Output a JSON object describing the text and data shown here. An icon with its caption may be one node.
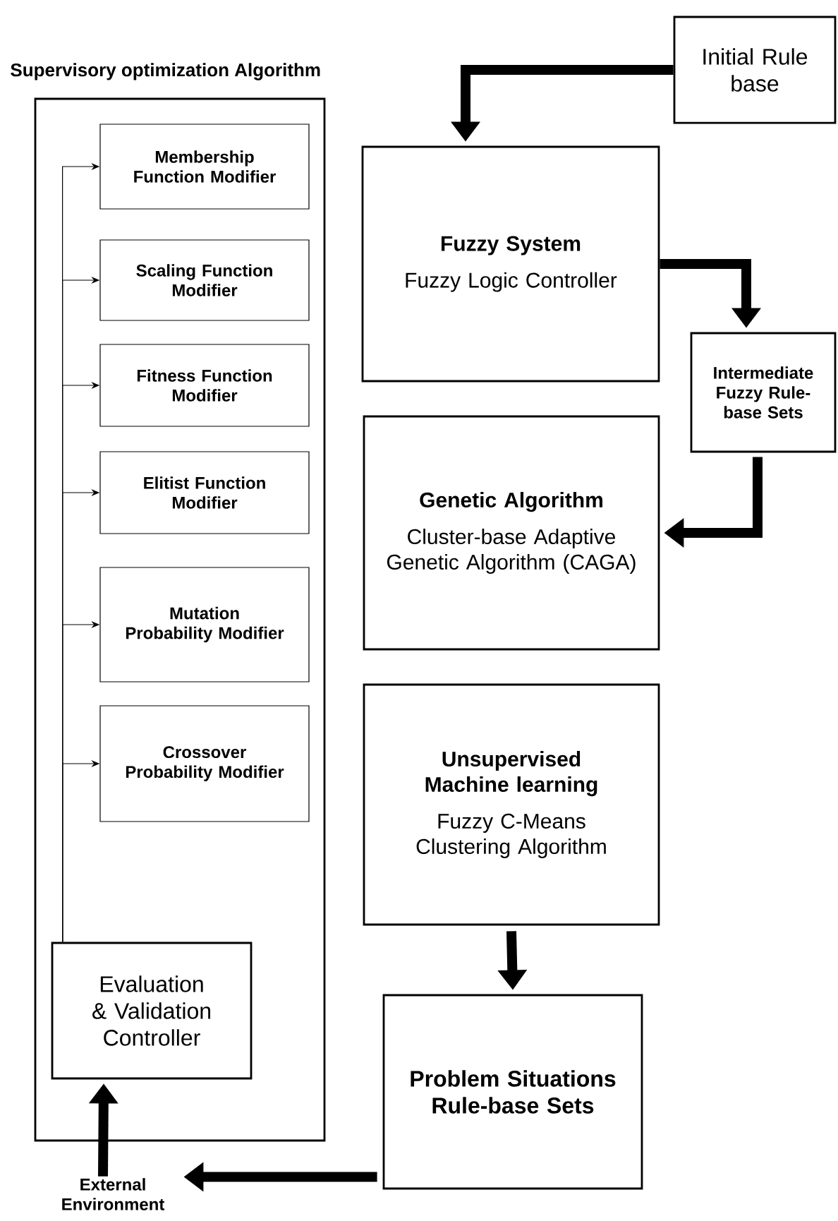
{
  "diagram": {
    "nodes": [
      {
        "text": [
          "Supervisory optimization Algorithm"
        ]
      },
      {
        "text": [
          "Membership Function Modifier"
        ],
        "in": 0
      },
      {
        "text": [
          "Scaling Function Modifier"
        ],
        "in": 0
      },
      {
        "text": [
          "Fitness Function Modifier"
        ],
        "in": 0
      },
      {
        "text": [
          "Elitist Function Modifier"
        ],
        "in": 0
      },
      {
        "text": [
          "Mutation Probability Modifier"
        ],
        "in": 0
      },
      {
        "text": [
          "Crossover Probability Modifier"
        ],
        "in": 0
      },
      {
        "text": [
          "Evaluation & Validation Controller"
        ],
        "in": 0
      },
      {
        "text": [
          "Initial Rule base"
        ]
      },
      {
        "text": [
          "Fuzzy System",
          "Fuzzy Logic Controller"
        ]
      },
      {
        "text": [
          "Intermediate Fuzzy Rule-base Sets"
        ]
      },
      {
        "text": [
          "Genetic Algorithm",
          "Cluster-base Adaptive Genetic Algorithm (CAGA)"
        ]
      },
      {
        "text": [
          "Unsupervised Machine learning",
          "Fuzzy C-Means Clustering Algorithm"
        ]
      },
      {
        "text": [
          "Problem Situations Rule-base Sets"
        ]
      },
      {
        "text": [
          "External Environment"
        ]
      }
    ],
    "edges": [
      {
        "from": 7,
        "to": 1,
        "arrow": "to"
      },
      {
        "from": 7,
        "to": 2,
        "arrow": "to"
      },
      {
        "from": 7,
        "to": 3,
        "arrow": "to"
      },
      {
        "from": 7,
        "to": 4,
        "arrow": "to"
      },
      {
        "from": 7,
        "to": 5,
        "arrow": "to"
      },
      {
        "from": 7,
        "to": 6,
        "arrow": "to"
      },
      {
        "from": 8,
        "to": 9,
        "arrow": "to",
        "style": "thick"
      },
      {
        "from": 9,
        "to": 10,
        "arrow": "to",
        "style": "thick"
      },
      {
        "from": 10,
        "to": 11,
        "arrow": "to",
        "style": "thick"
      },
      {
        "from": 12,
        "to": 13,
        "arrow": "to",
        "style": "thick"
      },
      {
        "from": 13,
        "to": 14,
        "arrow": "to",
        "style": "thick"
      },
      {
        "from": 14,
        "to": 7,
        "arrow": "to",
        "style": "thick"
      }
    ]
  }
}
